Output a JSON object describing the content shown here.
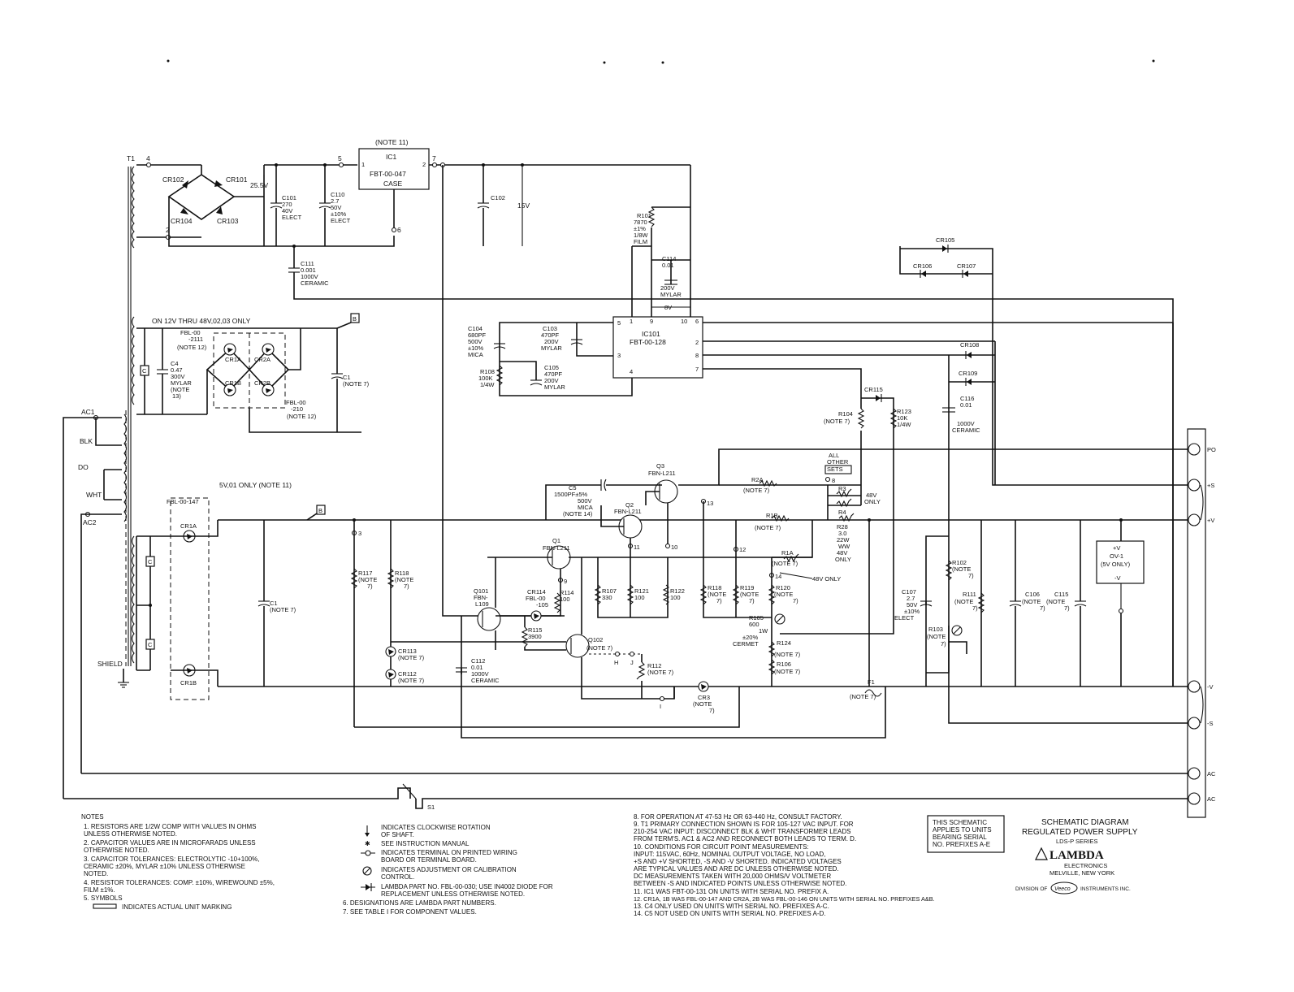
{
  "transformer": {
    "ref": "T1",
    "taps": [
      "4",
      "2"
    ],
    "primary": [
      "AC1",
      "BLK",
      "DO",
      "WHT",
      "AC2"
    ],
    "shield": "SHIELD"
  },
  "bridge": [
    "CR102",
    "CR101",
    "CR104",
    "CR103"
  ],
  "rails": {
    "v25": "25.5V",
    "v15": "15V",
    "v8": "8V"
  },
  "terminals": [
    "5",
    "6",
    "7"
  ],
  "caps": {
    "c101": [
      "C101",
      "270",
      "40V",
      "ELECT"
    ],
    "c110": [
      "C110",
      "2.7",
      "50V",
      "±10%",
      "ELECT"
    ],
    "c111": [
      "C111",
      "0.001",
      "1000V",
      "CERAMIC"
    ],
    "c102": "C102",
    "c114": [
      "C114",
      "0.01",
      "200V",
      "MYLAR"
    ],
    "c104": [
      "C104",
      "680PF",
      "500V",
      "±10%",
      "MICA"
    ],
    "c103": [
      "C103",
      "470PF",
      "200V",
      "MYLAR"
    ],
    "c105": [
      "C105",
      "470PF",
      "200V",
      "MYLAR"
    ],
    "c116": [
      "C116",
      "0.01",
      "1000V",
      "CERAMIC"
    ],
    "c5": [
      "C5",
      "1500PF±5%",
      "500V",
      "MICA",
      "(NOTE 14)"
    ],
    "c112": [
      "C112",
      "0.01",
      "1000V",
      "CERAMIC"
    ],
    "c107": [
      "C107",
      "2.7",
      "50V",
      "±10%",
      "ELECT"
    ],
    "c106": [
      "C106",
      "(NOTE",
      "7)"
    ],
    "c115": [
      "C115",
      "(NOTE",
      "7)"
    ],
    "c4": [
      "C4",
      "0.47",
      "300V",
      "MYLAR",
      "(NOTE",
      "13)"
    ]
  },
  "ic1": {
    "note": "(NOTE 11)",
    "ref": "IC1",
    "part": "FBT-00-047",
    "case": "CASE",
    "pins": [
      "1",
      "2"
    ]
  },
  "ic101": {
    "ref": "IC101",
    "part": "FBT-00-128",
    "pins": [
      "5",
      "1",
      "9",
      "10",
      "6",
      "3",
      "2",
      "8",
      "7",
      "4"
    ]
  },
  "r101": [
    "R101",
    "7870",
    "±1%",
    "1/8W",
    "FILM"
  ],
  "r108": [
    "R108",
    "100K",
    "1/4W"
  ],
  "diodes": {
    "cr105": "CR105",
    "cr106": "CR106",
    "cr107": "CR107",
    "cr108": "CR108",
    "cr109": "CR109",
    "cr115": "CR115"
  },
  "r104": [
    "R104",
    "(NOTE 7)"
  ],
  "r123": [
    "R123",
    "10K",
    "1/4W"
  ],
  "option_48v": {
    "title": "ON 12V THRU 48V,02,03 ONLY",
    "fbl_a": [
      "FBL-00",
      "-2111",
      "(NOTE 12)"
    ],
    "fbl_b": [
      "FBL-00",
      "-210",
      "(NOTE 12)"
    ],
    "diodes": [
      "CR1A",
      "CR2A",
      "CR1B",
      "CR2B"
    ],
    "c1": [
      "C1",
      "(NOTE 7)"
    ],
    "c": "C",
    "b": "B"
  },
  "option_5v": {
    "title": "5V,01 ONLY (NOTE 11)",
    "fbl": "FBL-00-147",
    "diodes": [
      "CR1A",
      "CR1B"
    ],
    "c1": [
      "C1",
      "(NOTE 7)"
    ],
    "c": "C",
    "b": "B"
  },
  "transistors": {
    "q3": [
      "Q3",
      "FBN-L211"
    ],
    "q2": [
      "Q2",
      "FBN-L211"
    ],
    "q1": [
      "Q1",
      "FBN-L211"
    ],
    "q101": [
      "Q101",
      "FBN-",
      "L109"
    ],
    "q102": [
      "Q102",
      "(NOTE 7)"
    ]
  },
  "resistors": {
    "r2a": [
      "R2A",
      "(NOTE 7)"
    ],
    "r1b": [
      "R1B",
      "(NOTE 7)"
    ],
    "r1a": [
      "R1A",
      "(NOTE 7)"
    ],
    "all_other": [
      "ALL",
      "OTHER",
      "SETS"
    ],
    "r3": "R3",
    "r4": "R4",
    "v48": [
      "48V",
      "ONLY"
    ],
    "r28": [
      "R28",
      "3.0",
      "22W",
      "WW",
      "48V",
      "ONLY"
    ],
    "r48only": "48V ONLY",
    "r117": [
      "R117",
      "(NOTE",
      "7)"
    ],
    "r118a": [
      "R118",
      "(NOTE",
      "7)"
    ],
    "r114": [
      "R114",
      "100"
    ],
    "r107": [
      "R107",
      "330"
    ],
    "r121": [
      "R121",
      "100"
    ],
    "r122": [
      "R122",
      "100"
    ],
    "r118b": [
      "R118",
      "(NOTE",
      "7)"
    ],
    "r119": [
      "R119",
      "(NOTE",
      "7)"
    ],
    "r120": [
      "R120",
      "(NOTE",
      "7)"
    ],
    "r115": [
      "R115",
      "3900"
    ],
    "r112": [
      "R112",
      "(NOTE 7)"
    ],
    "r105": [
      "R105",
      "600",
      "1W",
      "±20%",
      "CERMET"
    ],
    "r124": [
      "R124",
      "(NOTE 7)"
    ],
    "r106": [
      "R106",
      "(NOTE 7)"
    ],
    "r102": [
      "R102",
      "(NOTE",
      "7)"
    ],
    "r111": [
      "R111",
      "(NOTE",
      "7)"
    ],
    "r103": [
      "R103",
      "(NOTE",
      "7)"
    ]
  },
  "cr114": [
    "CR114",
    "FBL-00",
    "-105"
  ],
  "cr113": [
    "CR113",
    "(NOTE 7)"
  ],
  "cr112": [
    "CR112",
    "(NOTE 7)"
  ],
  "cr3": [
    "CR3",
    "(NOTE",
    "7)"
  ],
  "f1": [
    "F1",
    "(NOTE 7)"
  ],
  "points": [
    "3",
    "4",
    "8",
    "9",
    "10",
    "11",
    "12",
    "13",
    "14"
  ],
  "hj": [
    "H",
    "J",
    "I"
  ],
  "ov1": [
    "+V",
    "OV-1",
    "(5V ONLY)",
    "-V"
  ],
  "outputs": [
    "PO",
    "+S",
    "+V",
    "-V",
    "-S",
    "AC",
    "AC"
  ],
  "switch": "S1",
  "notes_left": {
    "title": "NOTES",
    "lines": [
      "1. RESISTORS ARE 1/2W COMP WITH VALUES IN OHMS",
      "   UNLESS OTHERWISE NOTED.",
      "2. CAPACITOR VALUES ARE IN MICROFARADS UNLESS",
      "   OTHERWISE NOTED.",
      "3. CAPACITOR TOLERANCES: ELECTROLYTIC -10+100%,",
      "   CERAMIC ±20%, MYLAR ±10% UNLESS OTHERWISE",
      "   NOTED.",
      "4. RESISTOR TOLERANCES: COMP. ±10%, WIREWOUND ±5%,",
      "   FILM ±1%.",
      "5. SYMBOLS"
    ],
    "marking": "INDICATES ACTUAL UNIT MARKING"
  },
  "notes_symbols": [
    "INDICATES CLOCKWISE ROTATION",
    "OF SHAFT.",
    "SEE INSTRUCTION MANUAL",
    "INDICATES TERMINAL ON PRINTED WIRING",
    "BOARD OR TERMINAL BOARD.",
    "INDICATES ADJUSTMENT OR CALIBRATION",
    "CONTROL.",
    "LAMBDA PART NO. FBL-00-030; USE IN4002 DIODE FOR",
    "REPLACEMENT UNLESS OTHERWISE NOTED.",
    "6. DESIGNATIONS ARE LAMBDA PART NUMBERS.",
    "7. SEE TABLE I FOR COMPONENT VALUES."
  ],
  "notes_right": [
    "8. FOR OPERATION AT 47-53 Hz OR 63-440 Hz, CONSULT FACTORY.",
    "9. T1 PRIMARY CONNECTION SHOWN IS FOR 105-127 VAC INPUT. FOR",
    "   210-254 VAC INPUT: DISCONNECT BLK & WHT TRANSFORMER LEADS",
    "   FROM TERM'S. AC1 & AC2 AND RECONNECT BOTH LEADS TO TERM. D.",
    "10. CONDITIONS FOR CIRCUIT POINT MEASUREMENTS:",
    "   INPUT: 115VAC, 60Hz, NOMINAL OUTPUT VOLTAGE, NO LOAD,",
    "   +S AND +V SHORTED, -S AND -V SHORTED. INDICATED VOLTAGES",
    "   ARE TYPICAL VALUES AND ARE DC UNLESS OTHERWISE NOTED.",
    "   DC MEASUREMENTS TAKEN WITH 20,000 OHMS/V VOLTMETER",
    "   BETWEEN -S AND INDICATED POINTS UNLESS OTHERWISE NOTED.",
    "11. IC1 WAS FBT-00-131 ON UNITS WITH SERIAL NO. PREFIX A.",
    "12. CR1A, 1B WAS FBL-00-147 AND CR2A, 2B WAS FBL-00-146 ON UNITS WITH SERIAL NO. PREFIXES A&B.",
    "13. C4 ONLY USED ON UNITS WITH SERIAL NO. PREFIXES A-C.",
    "14. C5 NOT USED ON UNITS WITH SERIAL NO. PREFIXES A-D."
  ],
  "applies": [
    "THIS SCHEMATIC",
    "APPLIES TO UNITS",
    "BEARING SERIAL",
    "NO. PREFIXES A-E"
  ],
  "title_block": {
    "line1": "SCHEMATIC DIAGRAM",
    "line2": "REGULATED POWER SUPPLY",
    "line3": "LDS-P SERIES",
    "brand": "LAMBDA",
    "sub1": "ELECTRONICS",
    "sub2": "MELVILLE, NEW YORK",
    "division": "DIVISION OF",
    "veeco": "Veeco",
    "inst": "INSTRUMENTS INC."
  }
}
